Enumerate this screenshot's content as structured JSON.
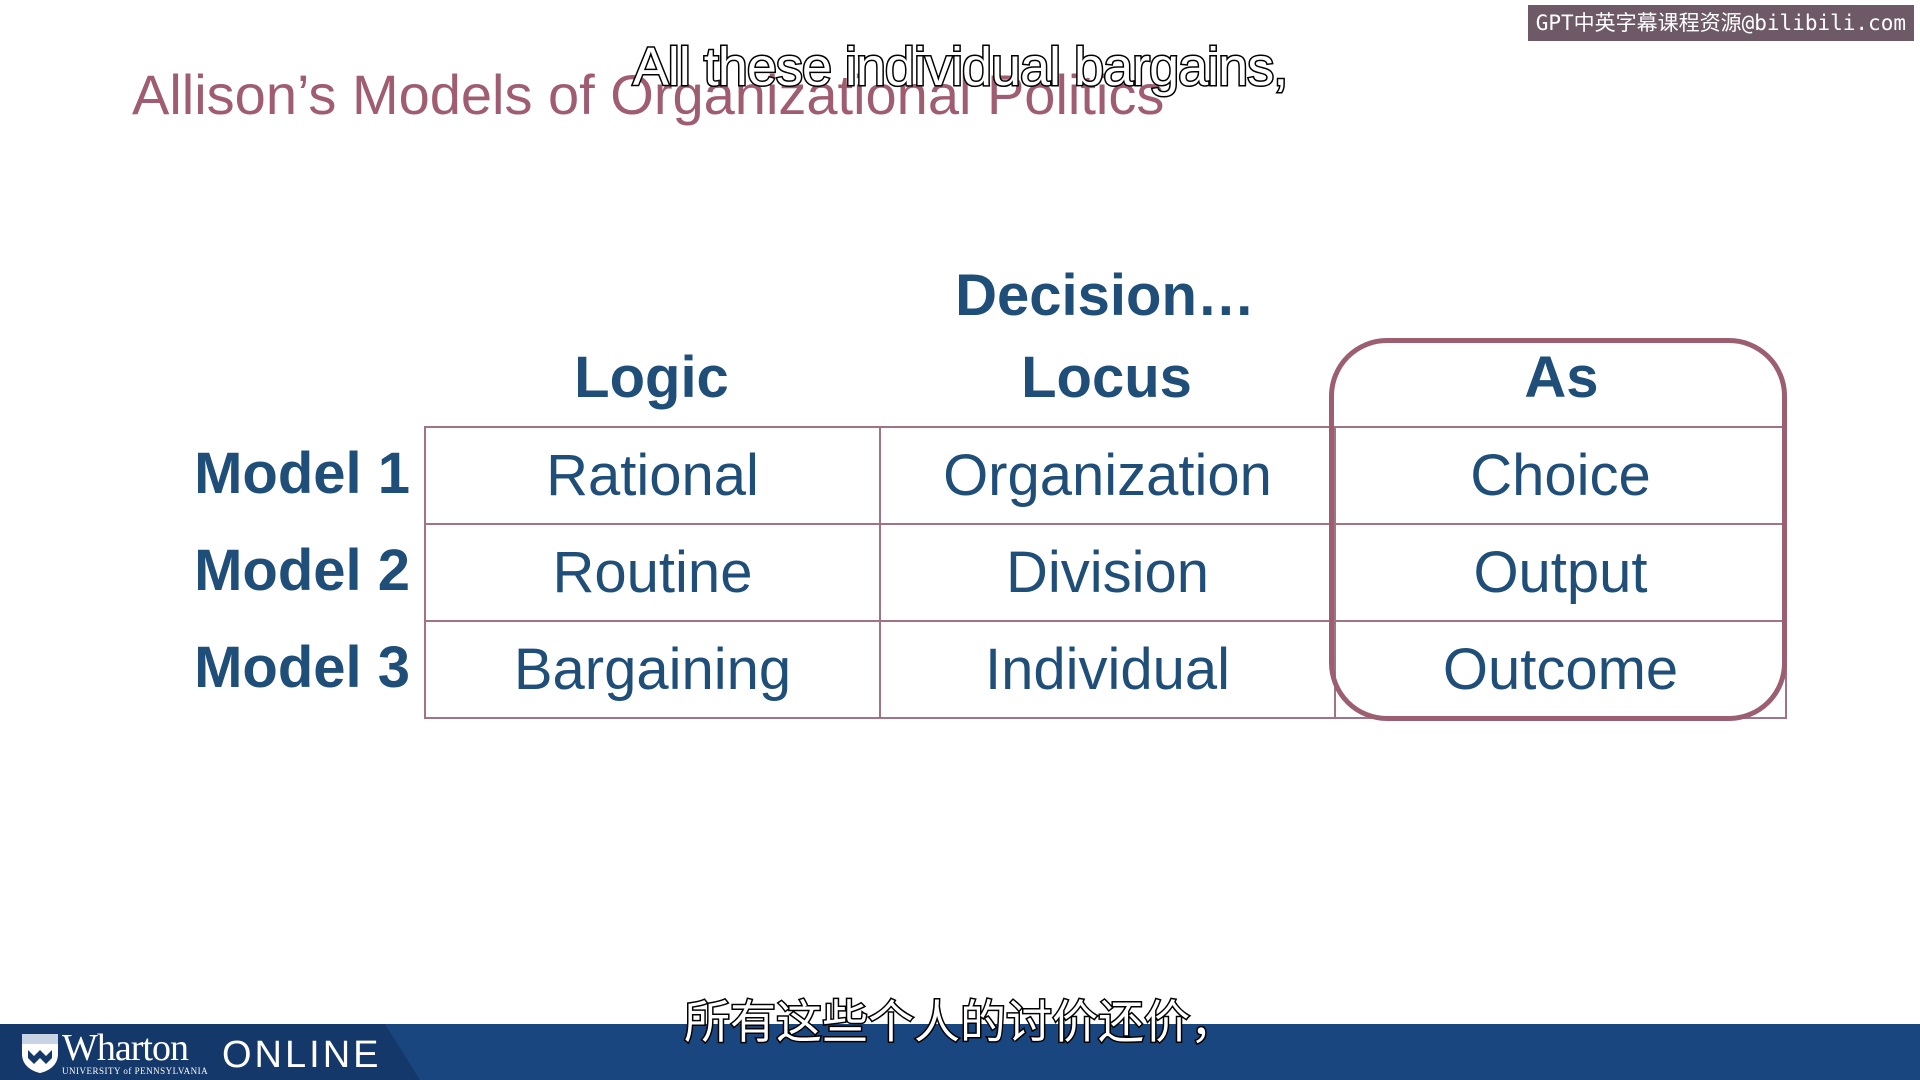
{
  "watermark": "GPT中英字幕课程资源@bilibili.com",
  "slide": {
    "title": "Allison’s Models of Organizational Politics",
    "decision_header": "Decision…",
    "columns": [
      "Logic",
      "Locus",
      "As"
    ],
    "rows": [
      {
        "label": "Model 1",
        "cells": [
          "Rational",
          "Organization",
          "Choice"
        ]
      },
      {
        "label": "Model 2",
        "cells": [
          "Routine",
          "Division",
          "Output"
        ]
      },
      {
        "label": "Model 3",
        "cells": [
          "Bargaining",
          "Individual",
          "Outcome"
        ]
      }
    ],
    "highlighted_column": "As",
    "highlight_color": "#9c5f72",
    "text_color": "#1f4e79",
    "title_color": "#a05c70"
  },
  "subtitles": {
    "english": "All these individual bargains,",
    "chinese": "所有这些个人的讨价还价，"
  },
  "footer": {
    "brand": "Wharton",
    "brand_sub": "UNIVERSITY of PENNSYLVANIA",
    "product": "ONLINE",
    "bar_color": "#1a4680"
  }
}
